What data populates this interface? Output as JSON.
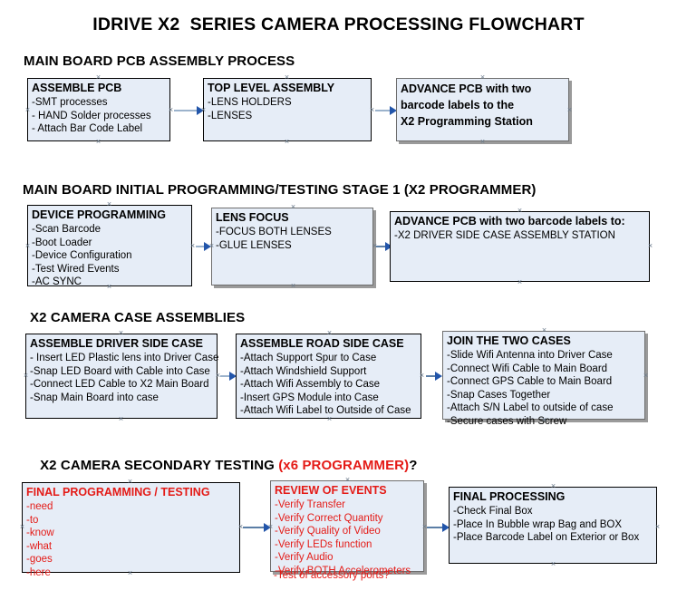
{
  "document": {
    "title": "IDRIVE X2  SERIES CAMERA PROCESSING FLOWCHART"
  },
  "colors": {
    "box_fill": "#e6edf7",
    "box_border": "#000000",
    "red_text": "#e41b17",
    "connector": "#9cb3cc",
    "arrowhead": "#2255aa",
    "shadow": "#9a9a9a"
  },
  "sections": [
    {
      "heading": "MAIN BOARD PCB ASSEMBLY PROCESS",
      "heading_suffix_red": "",
      "heading_suffix_black": "",
      "boxes": [
        {
          "title": "ASSEMBLE PCB",
          "title_red": false,
          "lines": [
            "-SMT processes",
            "- HAND Solder processes",
            "- Attach Bar Code Label"
          ],
          "lines_red": false
        },
        {
          "title": "TOP LEVEL ASSEMBLY",
          "title_red": false,
          "lines": [
            "-LENS HOLDERS",
            "-LENSES"
          ],
          "lines_red": false
        },
        {
          "title_lines": [
            "ADVANCE PCB with two",
            "barcode labels to the",
            " X2 Programming Station"
          ],
          "title_red": false,
          "lines": [],
          "lines_red": false
        }
      ]
    },
    {
      "heading": "MAIN BOARD INITIAL PROGRAMMING/TESTING STAGE 1 (X2 PROGRAMMER)",
      "heading_suffix_red": "",
      "heading_suffix_black": "",
      "boxes": [
        {
          "title": "DEVICE PROGRAMMING",
          "title_red": false,
          "lines": [
            "-Scan Barcode",
            "-Boot Loader",
            "-Device Configuration",
            "-Test Wired Events",
            "-AC SYNC"
          ],
          "lines_red": false
        },
        {
          "title": "LENS FOCUS",
          "title_red": false,
          "lines": [
            "-FOCUS BOTH LENSES",
            "-GLUE LENSES"
          ],
          "lines_red": false
        },
        {
          "title": "ADVANCE PCB with two barcode labels to:",
          "title_red": false,
          "lines": [
            "-X2 DRIVER  SIDE  CASE  ASSEMBLY STATION"
          ],
          "lines_red": false
        }
      ]
    },
    {
      "heading": "X2 CAMERA CASE ASSEMBLIES",
      "heading_suffix_red": "",
      "heading_suffix_black": "",
      "boxes": [
        {
          "title": "ASSEMBLE DRIVER SIDE CASE",
          "title_red": false,
          "lines": [
            "- Insert LED Plastic lens into Driver Case",
            "-Snap LED Board with Cable into Case",
            "-Connect LED Cable to X2 Main Board",
            "-Snap Main Board into case"
          ],
          "lines_red": false
        },
        {
          "title": "ASSEMBLE ROAD SIDE CASE",
          "title_red": false,
          "lines": [
            "-Attach Support Spur to Case",
            "-Attach Windshield Support",
            "-Attach Wifi Assembly to Case",
            "-Insert GPS Module into Case",
            "-Attach Wifi Label to Outside of Case"
          ],
          "lines_red": false
        },
        {
          "title": "JOIN THE TWO CASES",
          "title_red": false,
          "lines": [
            "-Slide Wifi Antenna into Driver Case",
            "-Connect Wifi Cable to Main Board",
            "-Connect GPS Cable to Main Board",
            "-Snap Cases Together",
            "-Attach S/N Label to outside of case",
            "-Secure cases with Screw"
          ],
          "lines_red": false
        }
      ]
    },
    {
      "heading": "X2 CAMERA SECONDARY TESTING ",
      "heading_suffix_red": "(x6 PROGRAMMER)",
      "heading_suffix_black": "?",
      "boxes": [
        {
          "title": "FINAL PROGRAMMING / TESTING",
          "title_red": true,
          "lines": [
            "-need",
            "-to",
            "-know",
            "-what",
            "-goes",
            "-here"
          ],
          "lines_red": true
        },
        {
          "title": "REVIEW OF EVENTS",
          "title_red": true,
          "lines": [
            "-Verify Transfer",
            "-Verify Correct Quantity",
            "-Verify Quality of Video",
            "-Verify LEDs function",
            "-Verify Audio",
            "-Verify BOTH Accelerometers"
          ],
          "lines_red": true,
          "overflow_line": "-Test of accessory ports?"
        },
        {
          "title": "FINAL PROCESSING",
          "title_red": false,
          "lines": [
            " -Check Final Box",
            "-Place In Bubble wrap Bag and BOX",
            "-Place Barcode Label on Exterior or Box"
          ],
          "lines_red": false
        }
      ]
    }
  ]
}
